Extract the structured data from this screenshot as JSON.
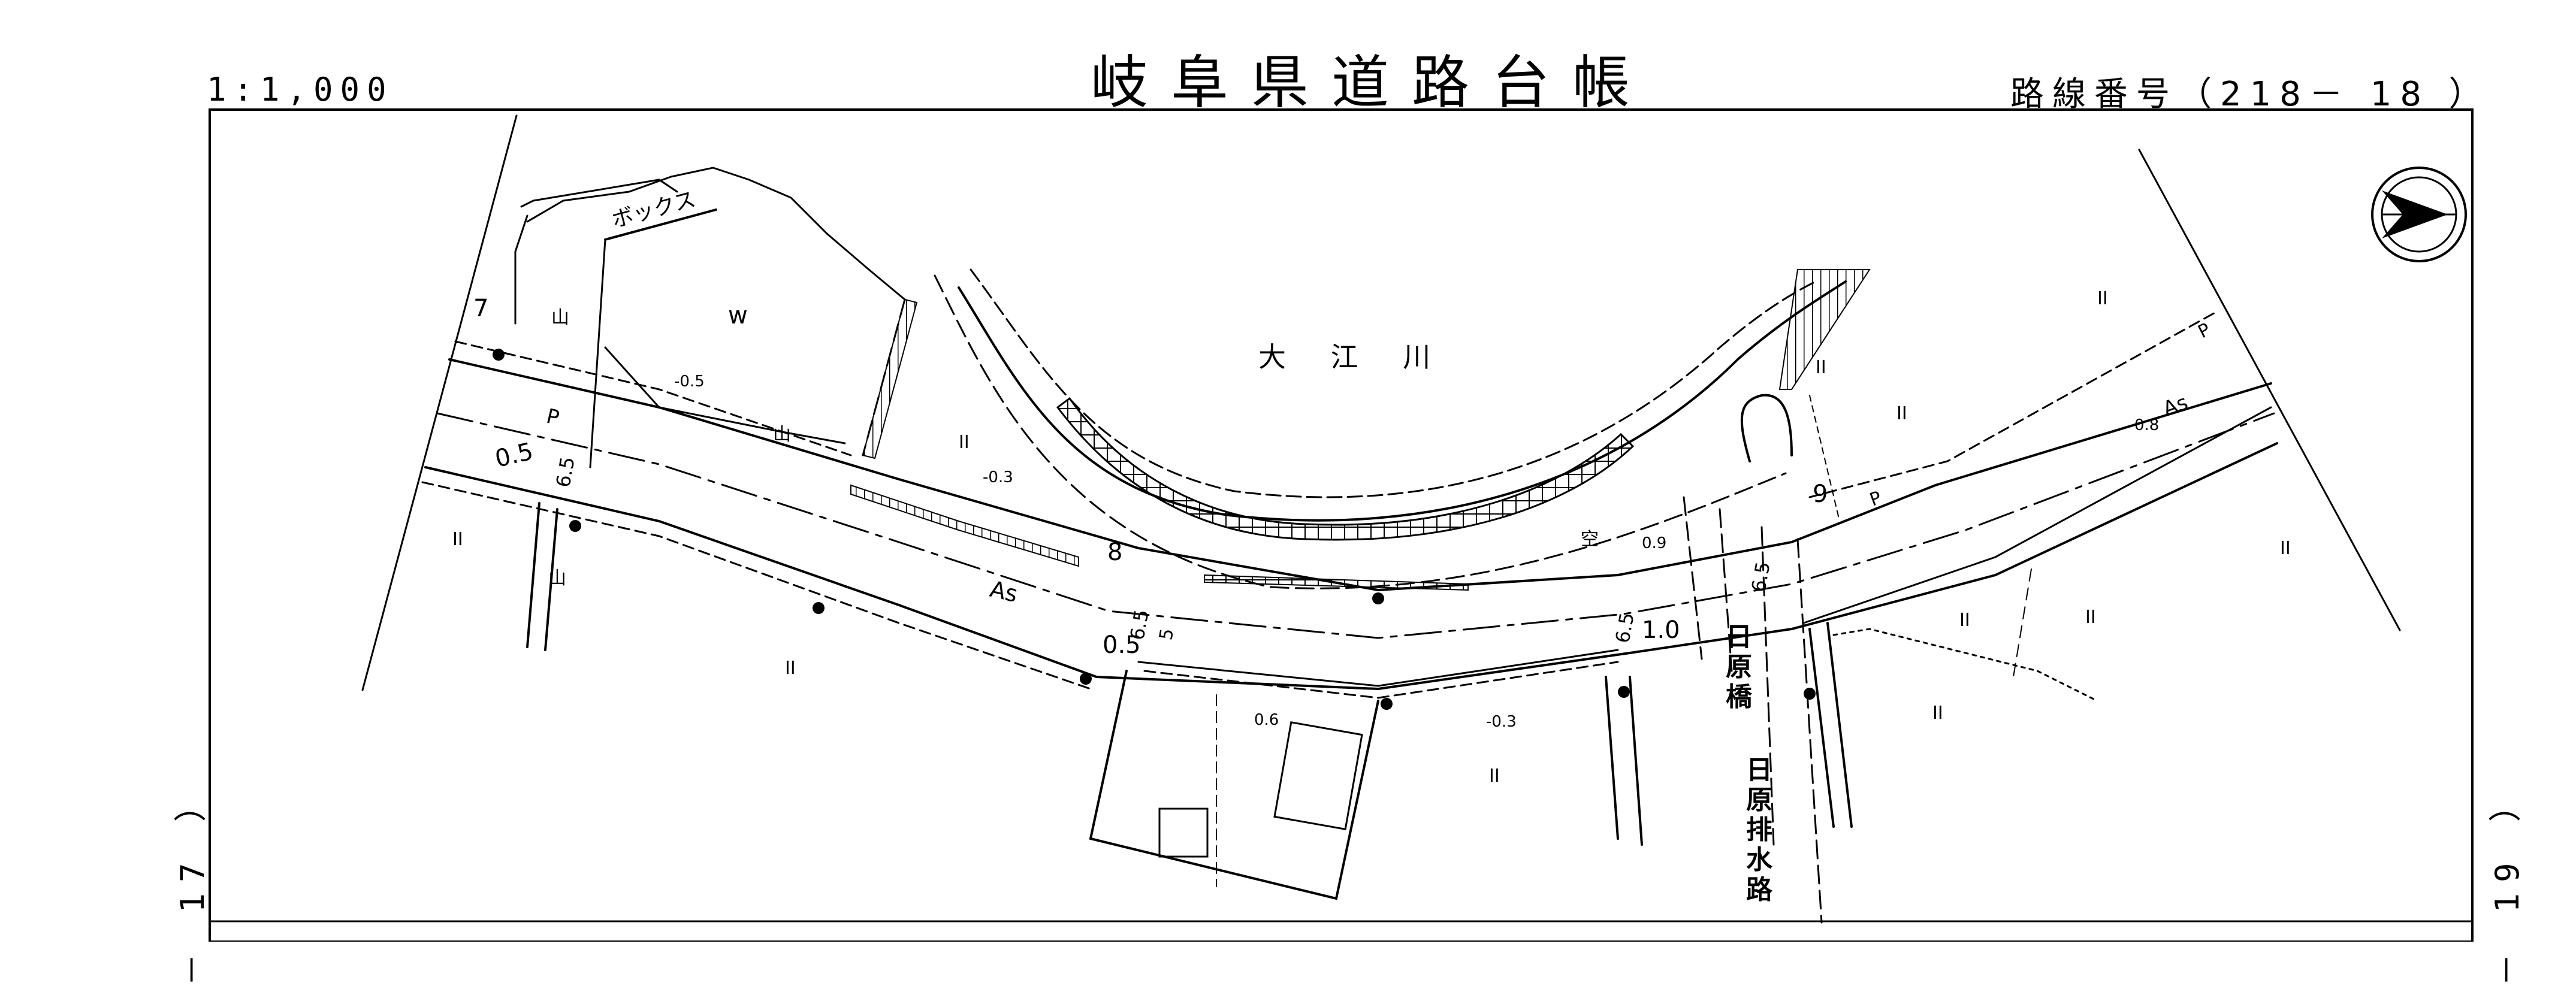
{
  "header": {
    "scale": "1:1,000",
    "title": "岐阜県道路台帳",
    "route_label": "路線番号（218－ 18 ）"
  },
  "margins": {
    "left_sheet_ref": "－ 17 ）",
    "right_sheet_ref": "－ 19 ）"
  },
  "map_labels": {
    "box_culvert": "ボックス",
    "river": "大 江 川",
    "bridge": "日原橋",
    "drain": "日原排水路",
    "sym_w": "w",
    "paved_left": "As",
    "paved_right": "As",
    "sidewalk_p1": "P",
    "sidewalk_p2": "P",
    "sidewalk_p3": "P",
    "width_65_a": "6.5",
    "width_65_b": "6.5",
    "width_65_c": "6.5",
    "width_65_d": "6.5",
    "width_05_a": "0.5",
    "width_05_b": "0.5",
    "width_10": "1.0",
    "width_5": "5",
    "width_8": "8",
    "width_7": "7",
    "width_9": "9",
    "elev_m05": "-0.5",
    "elev_m03_a": "-0.3",
    "elev_m03_b": "-0.3",
    "elev_06_a": "0.6",
    "elev_08": "0.8",
    "elev_09": "0.9",
    "vacant": "空",
    "field_mark": "II",
    "mountain_mark": "山"
  },
  "colors": {
    "ink": "#000000",
    "paper": "#ffffff"
  }
}
